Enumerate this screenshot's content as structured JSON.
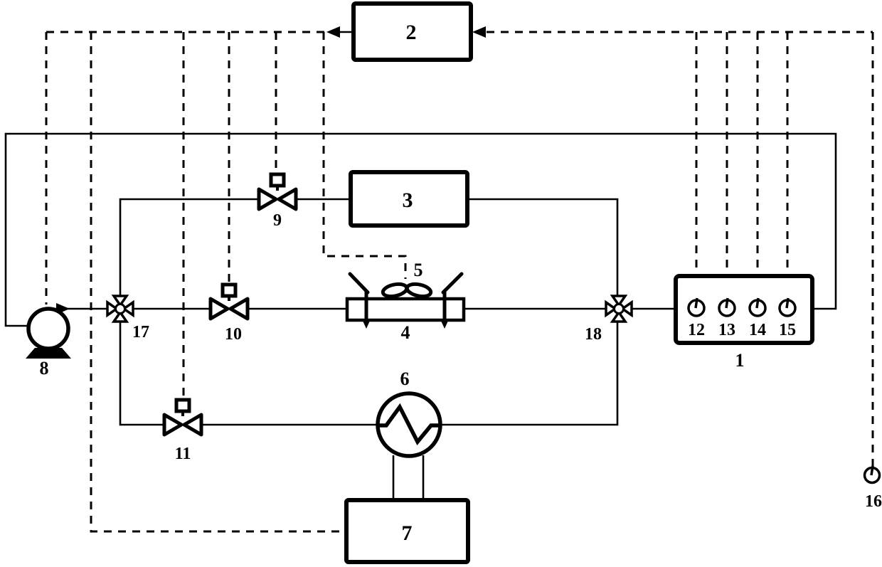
{
  "diagram": {
    "type": "process-and-instrumentation-schematic",
    "colors": {
      "line": "#000000",
      "background": "#ffffff"
    },
    "labels": {
      "instrument_box_1": "1",
      "controller_2": "2",
      "component_3": "3",
      "test_section_4": "4",
      "fan_5": "5",
      "heat_exchanger_6": "6",
      "component_7": "7",
      "pump_8": "8",
      "valve_9": "9",
      "valve_10": "10",
      "valve_11": "11",
      "sensor_12": "12",
      "sensor_13": "13",
      "sensor_14": "14",
      "sensor_15": "15",
      "sensor_16": "16",
      "four_way_valve_17": "17",
      "four_way_valve_18": "18"
    }
  }
}
